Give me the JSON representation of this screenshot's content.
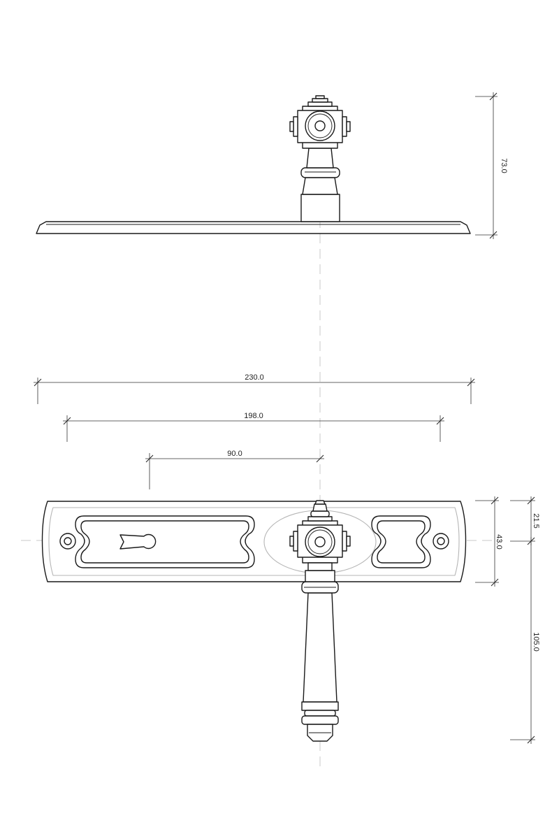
{
  "dimensions": {
    "top_height": "73.0",
    "overall_width": "230.0",
    "hole_spacing": "198.0",
    "backset": "90.0",
    "plate_half_height": "21.5",
    "plate_height": "43.0",
    "lever_length": "105.0"
  }
}
